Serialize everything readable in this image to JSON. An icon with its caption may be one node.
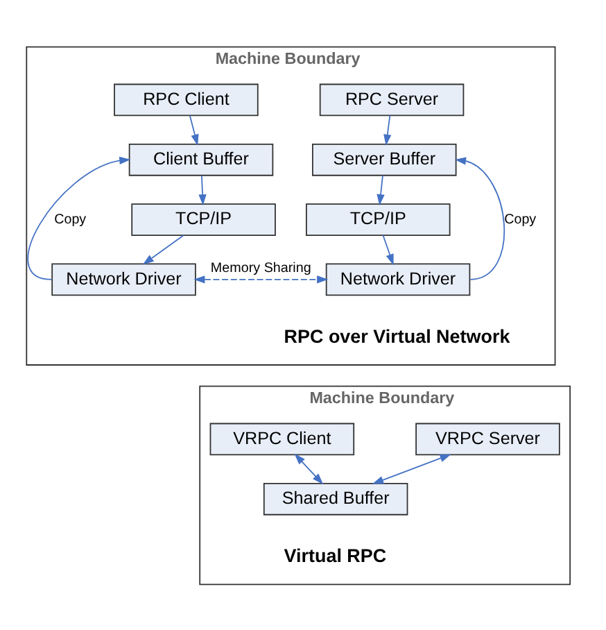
{
  "diagram": {
    "nodes": [
      {
        "text": [
          "Machine Boundary",
          "RPC over Virtual Network"
        ]
      },
      {
        "text": [
          "RPC Client"
        ],
        "in": 0
      },
      {
        "text": [
          "Client Buffer"
        ],
        "in": 0
      },
      {
        "text": [
          "TCP/IP"
        ],
        "in": 0
      },
      {
        "text": [
          "Network Driver"
        ],
        "in": 0
      },
      {
        "text": [
          "RPC Server"
        ],
        "in": 0
      },
      {
        "text": [
          "Server Buffer"
        ],
        "in": 0
      },
      {
        "text": [
          "TCP/IP"
        ],
        "in": 0
      },
      {
        "text": [
          "Network Driver"
        ],
        "in": 0
      },
      {
        "text": [
          "Machine Boundary",
          "Virtual RPC"
        ]
      },
      {
        "text": [
          "VRPC Client"
        ],
        "in": 9
      },
      {
        "text": [
          "VRPC Server"
        ],
        "in": 9
      },
      {
        "text": [
          "Shared Buffer"
        ],
        "in": 9
      }
    ],
    "edges": [
      {
        "from": 1,
        "to": 2,
        "arrow": "to"
      },
      {
        "from": 2,
        "to": 3,
        "arrow": "to"
      },
      {
        "from": 3,
        "to": 4,
        "arrow": "to"
      },
      {
        "from": 4,
        "to": 2,
        "arrow": "to",
        "label": "Copy"
      },
      {
        "from": 5,
        "to": 6,
        "arrow": "to"
      },
      {
        "from": 6,
        "to": 7,
        "arrow": "to"
      },
      {
        "from": 7,
        "to": 8,
        "arrow": "to"
      },
      {
        "from": 8,
        "to": 6,
        "arrow": "to",
        "label": "Copy"
      },
      {
        "from": 4,
        "to": 8,
        "arrow": "both",
        "style": "dashed",
        "label": "Memory Sharing"
      },
      {
        "from": 10,
        "to": 12,
        "arrow": "both"
      },
      {
        "from": 11,
        "to": 12,
        "arrow": "both"
      }
    ]
  }
}
